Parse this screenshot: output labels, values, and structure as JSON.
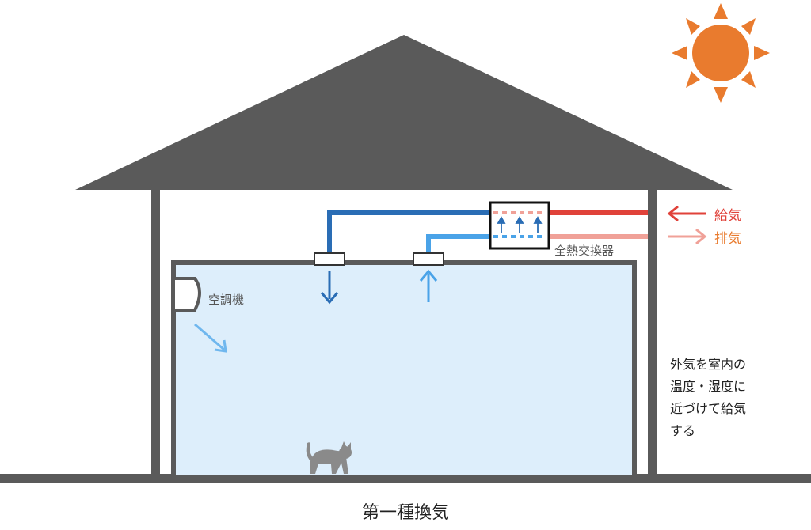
{
  "title": "第一種換気",
  "labels": {
    "supply": "給気",
    "exhaust": "排気",
    "heat_exchanger": "全熱交換器",
    "air_conditioner": "空調機",
    "note_lines": [
      "外気を室内の",
      "温度・湿度に",
      "近づけて給気",
      "する"
    ]
  },
  "colors": {
    "house": "#5a5a5a",
    "room_fill": "#ddeefb",
    "supply_duct": "#e0423a",
    "exhaust_duct": "#f0a198",
    "indoor_supply_duct": "#2a6db5",
    "indoor_return_duct": "#4aa3e8",
    "sun": "#e97b2e",
    "text_dark": "#222222",
    "text_gray": "#555555"
  }
}
